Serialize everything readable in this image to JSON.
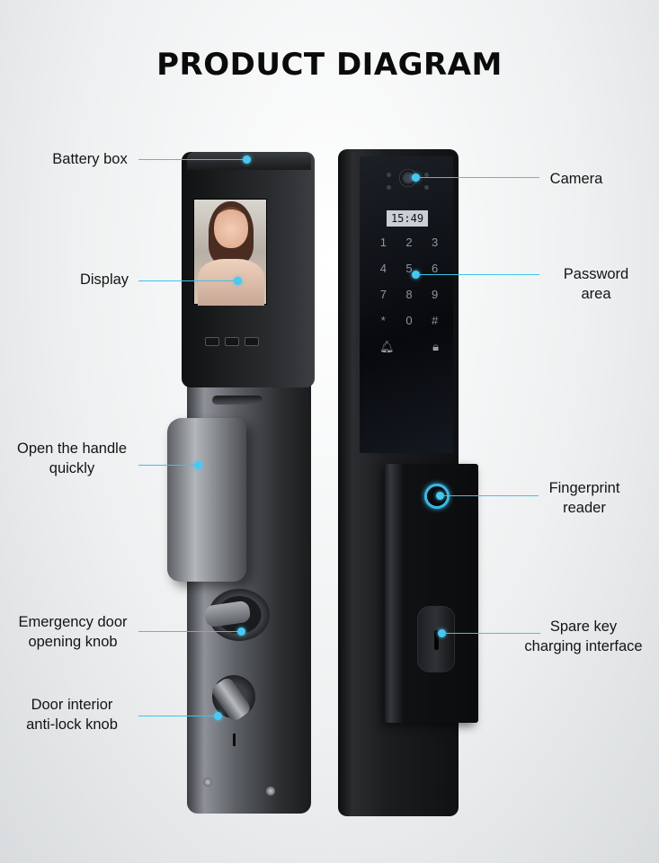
{
  "title": "PRODUCT DIAGRAM",
  "display_clock": "15:49",
  "keypad_keys": [
    "1",
    "2",
    "3",
    "4",
    "5",
    "6",
    "7",
    "8",
    "9",
    "*",
    "0",
    "#"
  ],
  "icons": {
    "bell": "bell-icon",
    "lock": "lock-icon"
  },
  "colors": {
    "leader_line": "#3ec3ea",
    "fingerprint_ring": "#3ab8e6"
  },
  "labels": {
    "battery_box": "Battery box",
    "display": "Display",
    "open_handle": "Open the handle\nquickly",
    "emergency_knob": "Emergency door\nopening knob",
    "anti_lock_knob": "Door interior\nanti-lock knob",
    "camera": "Camera",
    "password_area": "Password\narea",
    "fingerprint_reader": "Fingerprint\nreader",
    "spare_key": "Spare key\ncharging interface"
  }
}
